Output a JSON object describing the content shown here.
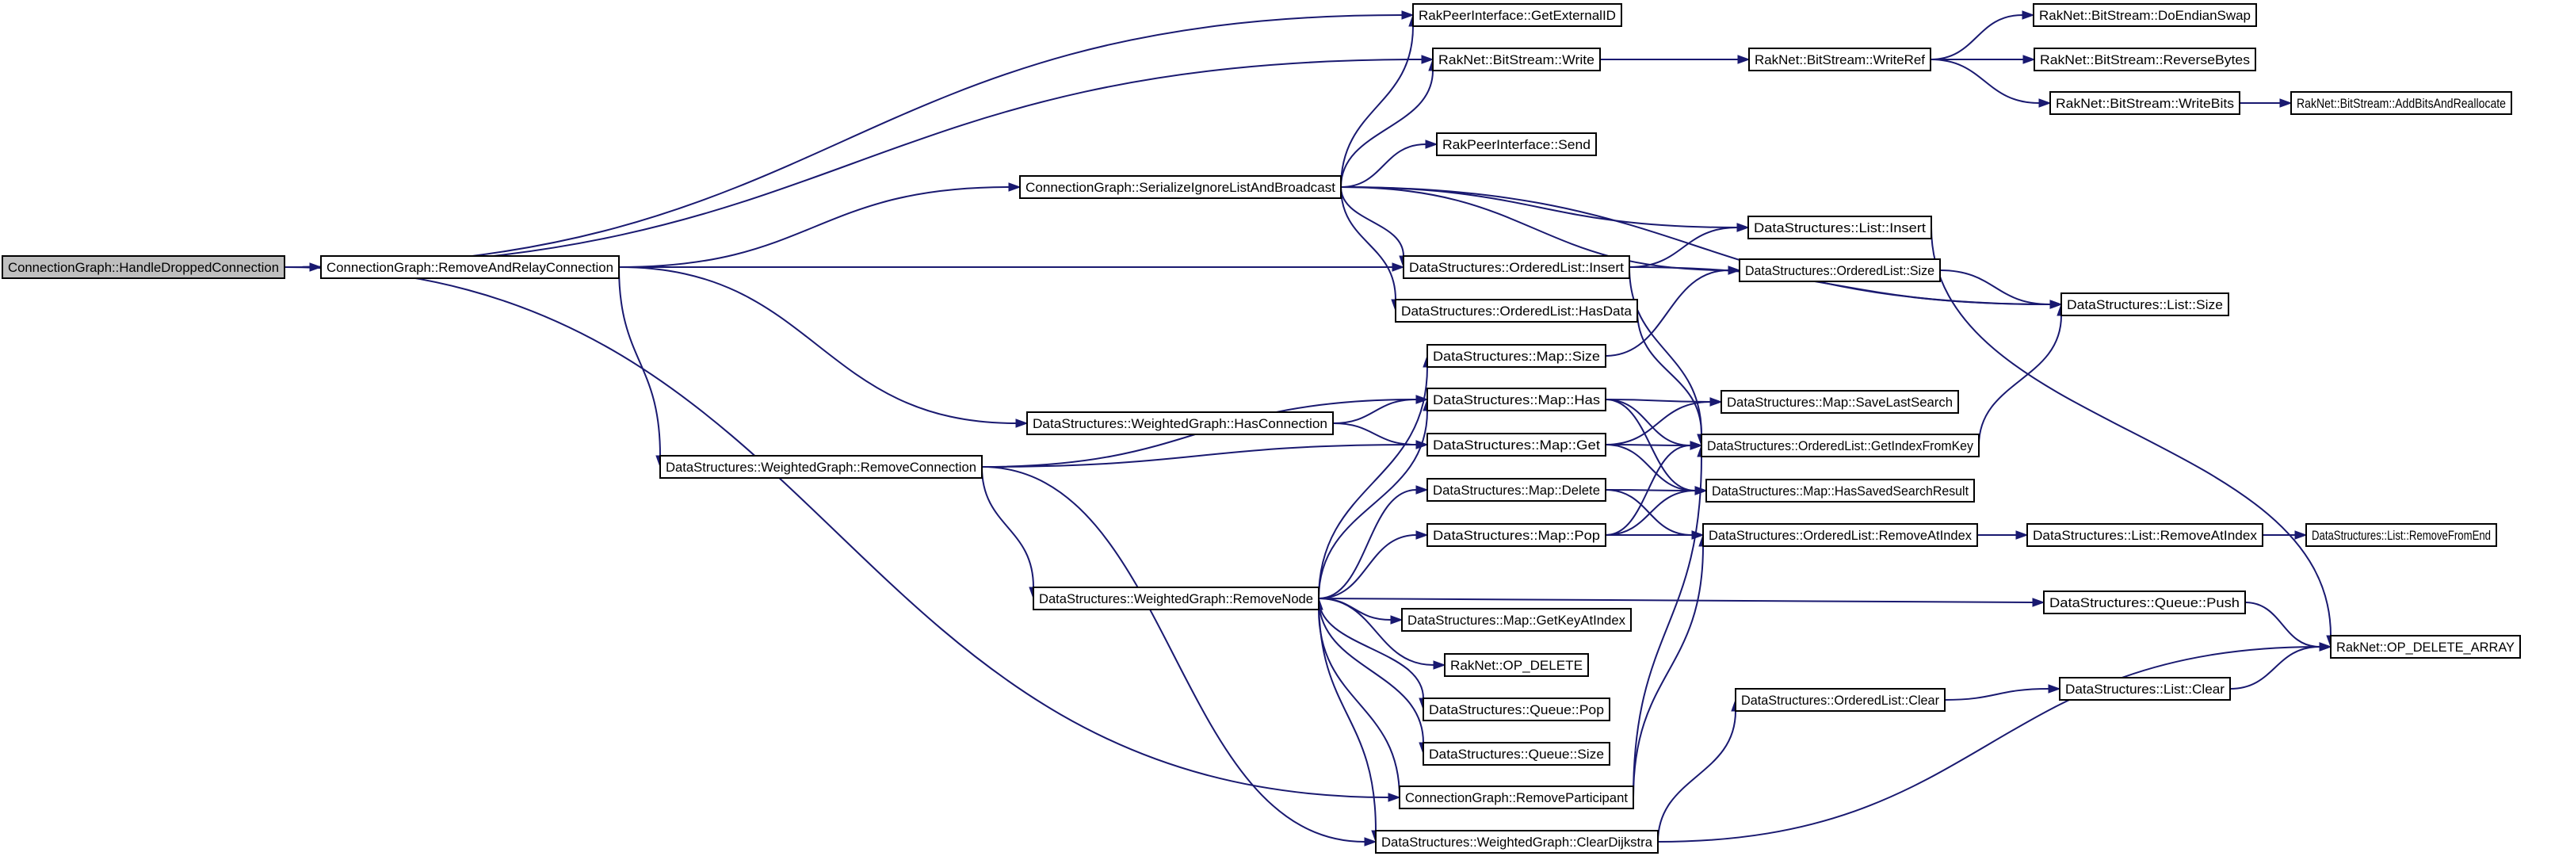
{
  "nodes": [
    {
      "id": "n0",
      "label": "ConnectionGraph::HandleDroppedConnection",
      "root": true
    },
    {
      "id": "n1",
      "label": "ConnectionGraph::RemoveAndRelayConnection"
    },
    {
      "id": "n2",
      "label": "RakPeerInterface::GetExternalID"
    },
    {
      "id": "n3",
      "label": "RakNet::BitStream::Write"
    },
    {
      "id": "n4",
      "label": "RakPeerInterface::Send"
    },
    {
      "id": "n5",
      "label": "ConnectionGraph::SerializeIgnoreListAndBroadcast"
    },
    {
      "id": "n6",
      "label": "DataStructures::OrderedList::Insert"
    },
    {
      "id": "n7",
      "label": "DataStructures::OrderedList::HasData"
    },
    {
      "id": "n8",
      "label": "DataStructures::Map::Size"
    },
    {
      "id": "n9",
      "label": "DataStructures::Map::Has"
    },
    {
      "id": "n10",
      "label": "DataStructures::WeightedGraph::HasConnection"
    },
    {
      "id": "n11",
      "label": "DataStructures::Map::Get"
    },
    {
      "id": "n12",
      "label": "DataStructures::WeightedGraph::RemoveConnection"
    },
    {
      "id": "n13",
      "label": "DataStructures::Map::Delete"
    },
    {
      "id": "n14",
      "label": "DataStructures::Map::Pop"
    },
    {
      "id": "n15",
      "label": "DataStructures::WeightedGraph::RemoveNode"
    },
    {
      "id": "n16",
      "label": "DataStructures::Map::GetKeyAtIndex"
    },
    {
      "id": "n17",
      "label": "RakNet::OP_DELETE"
    },
    {
      "id": "n18",
      "label": "DataStructures::Queue::Pop"
    },
    {
      "id": "n19",
      "label": "DataStructures::Queue::Size"
    },
    {
      "id": "n20",
      "label": "ConnectionGraph::RemoveParticipant"
    },
    {
      "id": "n21",
      "label": "DataStructures::WeightedGraph::ClearDijkstra"
    },
    {
      "id": "n22",
      "label": "RakNet::BitStream::WriteRef"
    },
    {
      "id": "n23",
      "label": "DataStructures::List::Insert"
    },
    {
      "id": "n24",
      "label": "DataStructures::OrderedList::Size"
    },
    {
      "id": "n25",
      "label": "DataStructures::Map::SaveLastSearch"
    },
    {
      "id": "n26",
      "label": "DataStructures::OrderedList::GetIndexFromKey"
    },
    {
      "id": "n27",
      "label": "DataStructures::Map::HasSavedSearchResult"
    },
    {
      "id": "n28",
      "label": "DataStructures::OrderedList::RemoveAtIndex"
    },
    {
      "id": "n29",
      "label": "DataStructures::OrderedList::Clear"
    },
    {
      "id": "n30",
      "label": "RakNet::BitStream::DoEndianSwap"
    },
    {
      "id": "n31",
      "label": "RakNet::BitStream::ReverseBytes"
    },
    {
      "id": "n32",
      "label": "RakNet::BitStream::WriteBits"
    },
    {
      "id": "n33",
      "label": "DataStructures::List::Size"
    },
    {
      "id": "n34",
      "label": "DataStructures::List::RemoveAtIndex"
    },
    {
      "id": "n35",
      "label": "DataStructures::Queue::Push"
    },
    {
      "id": "n36",
      "label": "DataStructures::List::Clear"
    },
    {
      "id": "n37",
      "label": "RakNet::BitStream::AddBitsAndReallocate"
    },
    {
      "id": "n38",
      "label": "DataStructures::List::RemoveFromEnd"
    },
    {
      "id": "n39",
      "label": "RakNet::OP_DELETE_ARRAY"
    }
  ],
  "edges": [
    {
      "from": "n0",
      "to": "n1"
    },
    {
      "from": "n0",
      "to": "n2"
    },
    {
      "from": "n0",
      "to": "n3"
    },
    {
      "from": "n0",
      "to": "n20"
    },
    {
      "from": "n1",
      "to": "n5"
    },
    {
      "from": "n1",
      "to": "n6"
    },
    {
      "from": "n1",
      "to": "n10"
    },
    {
      "from": "n1",
      "to": "n12"
    },
    {
      "from": "n5",
      "to": "n2"
    },
    {
      "from": "n5",
      "to": "n3"
    },
    {
      "from": "n5",
      "to": "n4"
    },
    {
      "from": "n5",
      "to": "n6"
    },
    {
      "from": "n5",
      "to": "n7"
    },
    {
      "from": "n5",
      "to": "n23"
    },
    {
      "from": "n5",
      "to": "n24"
    },
    {
      "from": "n5",
      "to": "n33"
    },
    {
      "from": "n3",
      "to": "n22"
    },
    {
      "from": "n22",
      "to": "n30"
    },
    {
      "from": "n22",
      "to": "n31"
    },
    {
      "from": "n22",
      "to": "n32"
    },
    {
      "from": "n32",
      "to": "n37"
    },
    {
      "from": "n6",
      "to": "n23"
    },
    {
      "from": "n6",
      "to": "n33"
    },
    {
      "from": "n6",
      "to": "n26"
    },
    {
      "from": "n7",
      "to": "n26"
    },
    {
      "from": "n8",
      "to": "n24"
    },
    {
      "from": "n9",
      "to": "n25"
    },
    {
      "from": "n9",
      "to": "n26"
    },
    {
      "from": "n9",
      "to": "n27"
    },
    {
      "from": "n10",
      "to": "n9"
    },
    {
      "from": "n10",
      "to": "n11"
    },
    {
      "from": "n11",
      "to": "n25"
    },
    {
      "from": "n11",
      "to": "n26"
    },
    {
      "from": "n11",
      "to": "n27"
    },
    {
      "from": "n12",
      "to": "n9"
    },
    {
      "from": "n12",
      "to": "n11"
    },
    {
      "from": "n12",
      "to": "n15"
    },
    {
      "from": "n12",
      "to": "n21"
    },
    {
      "from": "n13",
      "to": "n27"
    },
    {
      "from": "n13",
      "to": "n28"
    },
    {
      "from": "n14",
      "to": "n27"
    },
    {
      "from": "n14",
      "to": "n26"
    },
    {
      "from": "n14",
      "to": "n28"
    },
    {
      "from": "n15",
      "to": "n8"
    },
    {
      "from": "n15",
      "to": "n9"
    },
    {
      "from": "n15",
      "to": "n13"
    },
    {
      "from": "n15",
      "to": "n14"
    },
    {
      "from": "n15",
      "to": "n16"
    },
    {
      "from": "n15",
      "to": "n17"
    },
    {
      "from": "n15",
      "to": "n18"
    },
    {
      "from": "n15",
      "to": "n19"
    },
    {
      "from": "n15",
      "to": "n35"
    },
    {
      "from": "n15",
      "to": "n21"
    },
    {
      "from": "n20",
      "to": "n15"
    },
    {
      "from": "n20",
      "to": "n26"
    },
    {
      "from": "n20",
      "to": "n28"
    },
    {
      "from": "n21",
      "to": "n29"
    },
    {
      "from": "n21",
      "to": "n39"
    },
    {
      "from": "n23",
      "to": "n39"
    },
    {
      "from": "n24",
      "to": "n33"
    },
    {
      "from": "n26",
      "to": "n33"
    },
    {
      "from": "n28",
      "to": "n34"
    },
    {
      "from": "n29",
      "to": "n36"
    },
    {
      "from": "n34",
      "to": "n38"
    },
    {
      "from": "n35",
      "to": "n39"
    },
    {
      "from": "n36",
      "to": "n39"
    }
  ]
}
